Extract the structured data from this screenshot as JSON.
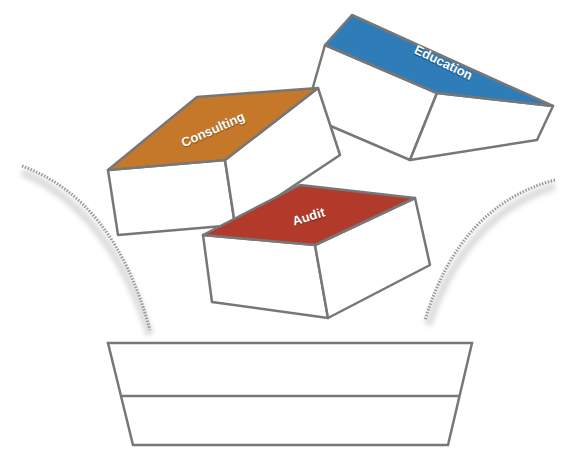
{
  "diagram": {
    "nodes": [
      {
        "text": [
          "Education"
        ]
      },
      {
        "text": [
          "Consulting"
        ]
      },
      {
        "text": [
          "Audit"
        ]
      }
    ]
  }
}
